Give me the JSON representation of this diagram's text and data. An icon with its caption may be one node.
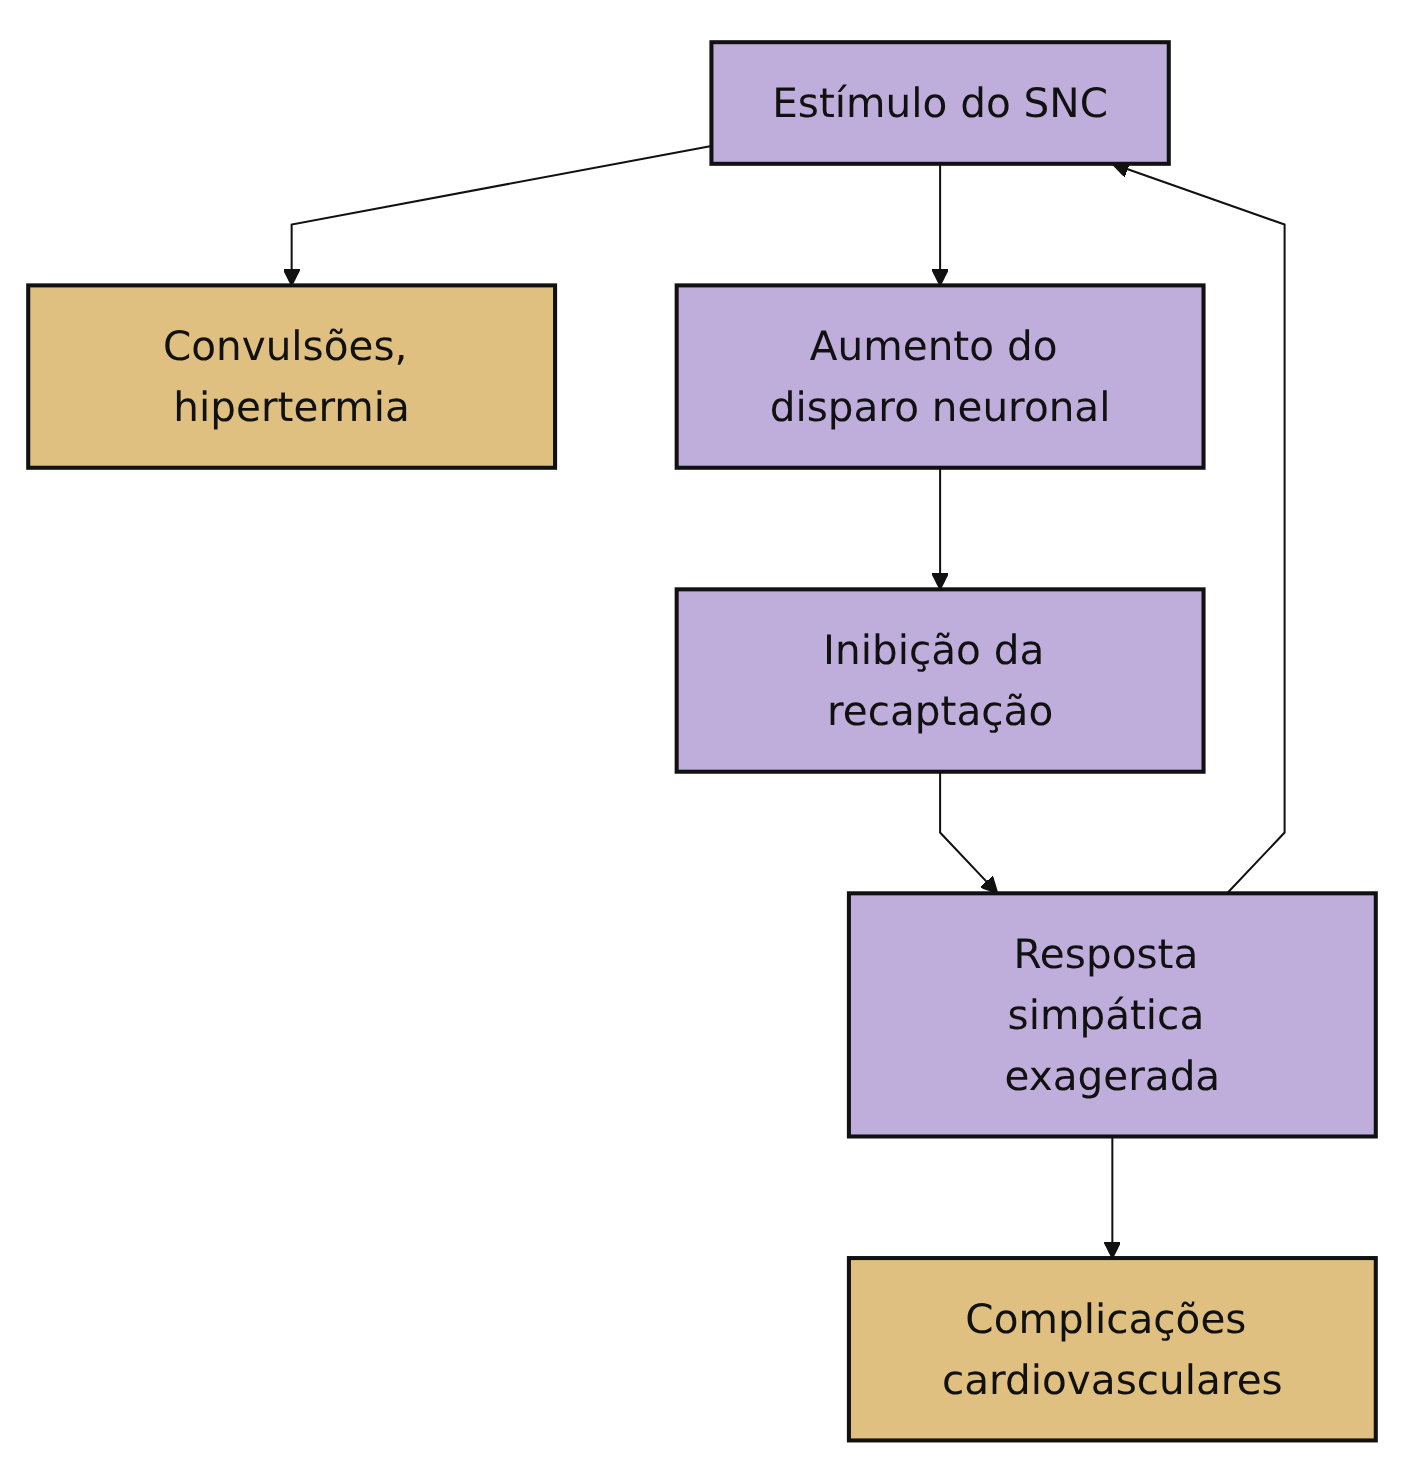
{
  "diagram": {
    "nodes": [
      {
        "text": [
          "Estímulo do SNC"
        ]
      },
      {
        "text": [
          "Convulsões, hipertermia"
        ]
      },
      {
        "text": [
          "Aumento do disparo neuronal"
        ]
      },
      {
        "text": [
          "Inibição da recaptação"
        ]
      },
      {
        "text": [
          "Resposta simpática exagerada"
        ]
      },
      {
        "text": [
          "Complicações cardiovasculares"
        ]
      }
    ],
    "edges": [
      {
        "from": 0,
        "to": 1,
        "arrow": "to"
      },
      {
        "from": 0,
        "to": 2,
        "arrow": "to"
      },
      {
        "from": 2,
        "to": 3,
        "arrow": "to"
      },
      {
        "from": 3,
        "to": 4,
        "arrow": "to"
      },
      {
        "from": 4,
        "to": 5,
        "arrow": "to"
      },
      {
        "from": 4,
        "to": 0,
        "arrow": "to"
      }
    ]
  }
}
